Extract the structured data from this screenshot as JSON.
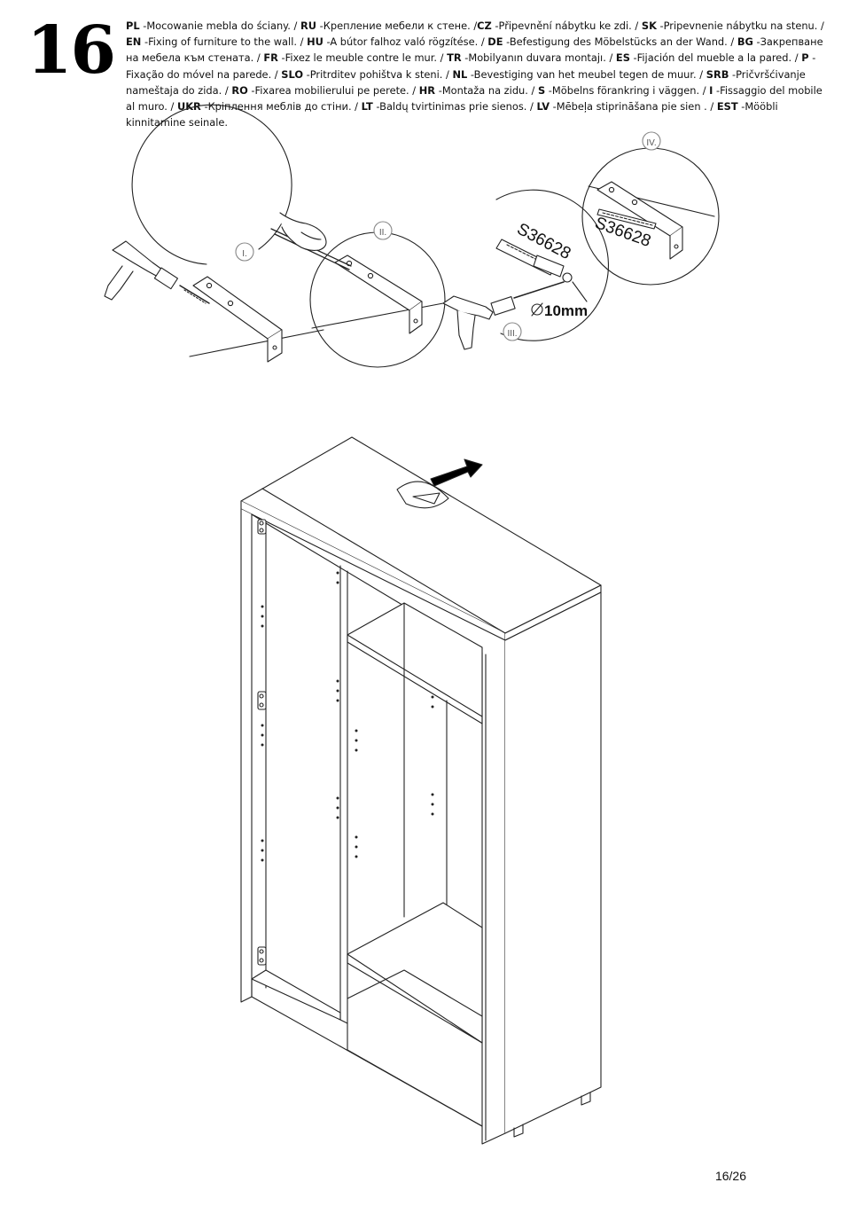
{
  "step_number": "16",
  "instructions": [
    {
      "code": "PL",
      "sep": " -",
      "text": "Mocowanie mebla do ściany. / "
    },
    {
      "code": "RU",
      "sep": "  -",
      "text": "Крепление мебели к стене. /"
    },
    {
      "code": "CZ",
      "sep": " -",
      "text": "Připevnění nábytku ke zdi. / "
    },
    {
      "code": "SK",
      "sep": " -",
      "text": "Pripevnenie nábytku na stenu. / "
    },
    {
      "code": "EN",
      "sep": " -",
      "text": "Fixing of furniture to the wall. / "
    },
    {
      "code": "HU",
      "sep": " -",
      "text": "A bútor falhoz való rögzítése. / "
    },
    {
      "code": "DE",
      "sep": "  -",
      "text": "Befestigung des Möbelstücks an der Wand. / "
    },
    {
      "code": "BG",
      "sep": " -",
      "text": "Закрепване на мебела към стената. / "
    },
    {
      "code": "FR",
      "sep": "  -",
      "text": "Fixez le meuble contre le mur. / "
    },
    {
      "code": "TR",
      "sep": " -",
      "text": "Mobilyanın duvara montajı. / "
    },
    {
      "code": "ES",
      "sep": " -",
      "text": "Fijación del mueble a la pared. / "
    },
    {
      "code": "P",
      "sep": " -",
      "text": "Fixação do móvel na parede. /  "
    },
    {
      "code": "SLO",
      "sep": " -",
      "text": "Pritrditev pohištva k steni. / "
    },
    {
      "code": "NL",
      "sep": " -",
      "text": "Bevestiging van het meubel tegen de muur. / "
    },
    {
      "code": "SRB",
      "sep": " -",
      "text": "Pričvršćivanje nameštaja do zida. / "
    },
    {
      "code": "RO",
      "sep": " -",
      "text": "Fixarea mobilierului pe perete. / "
    },
    {
      "code": "HR",
      "sep": " -",
      "text": "Montaža na zidu. / "
    },
    {
      "code": "S",
      "sep": "  -",
      "text": "Möbelns förankring i väggen. / "
    },
    {
      "code": "I",
      "sep": "  -",
      "text": "Fissaggio del mobile al muro. / "
    },
    {
      "code": "UKR",
      "sep": " -",
      "text": "Кріплення меблів до стіни. / "
    },
    {
      "code": "LT",
      "sep": " -",
      "text": "Baldų tvirtinimas prie sienos. / "
    },
    {
      "code": "LV",
      "sep": " -",
      "text": "Mēbeļa stiprināšana pie sien              . / "
    },
    {
      "code": "EST",
      "sep": "  -",
      "text": "Mööbli kinnitamine seinale."
    }
  ],
  "detail_labels": [
    "I.",
    "II.",
    "III.",
    "IV."
  ],
  "part_code": "S36628",
  "drill_diameter": "10mm",
  "page_number": "16/26"
}
